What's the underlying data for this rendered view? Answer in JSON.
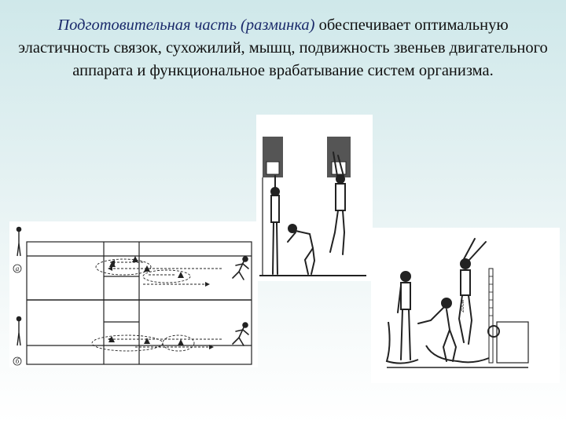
{
  "caption": {
    "lead": "Подготовительная часть (разминка)",
    "rest": "обеспечивает оптимальную эластичность связок, сухожилий, мышц, подвижность звеньев двигательного аппарата и функциональное врабатывание систем организма."
  },
  "court_diagram": {
    "label_a": "а",
    "label_b": "б"
  },
  "reach_figure": {
    "scale_label": "20см"
  }
}
